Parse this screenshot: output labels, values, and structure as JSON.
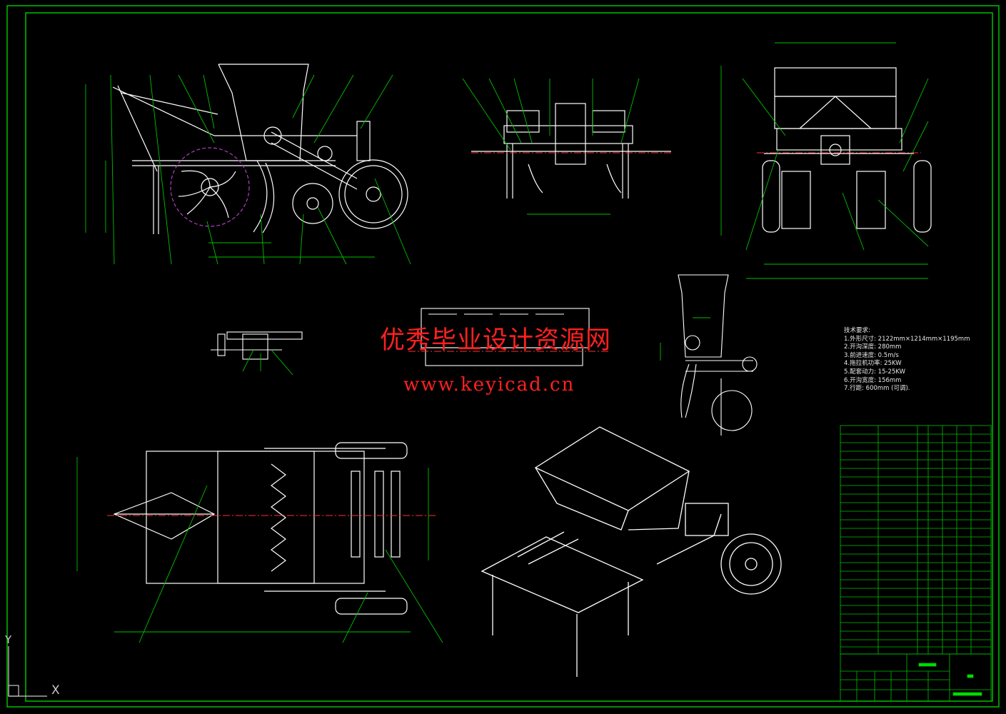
{
  "drawing": {
    "colors": {
      "background": "#000000",
      "outline": "#ffffff",
      "dimension": "#00c000",
      "centerline": "#ff3030",
      "leader": "#00d000",
      "frame": "#00c000"
    }
  },
  "watermark": {
    "line1": "优秀毕业设计资源网",
    "line2": "www.keyicad.cn"
  },
  "tech_requirements": {
    "title": "技术要求:",
    "items": [
      "1.外形尺寸: 2122mm×1214mm×1195mm",
      "2.开沟深度: 280mm",
      "3.前进速度: 0.5m/s",
      "4.拖拉机功率: 25KW",
      "5.配套动力: 15-25KW",
      "6.开沟宽度: 156mm",
      "7.行距: 600mm (可调)."
    ]
  },
  "ucs": {
    "x_label": "X",
    "y_label": "Y"
  }
}
